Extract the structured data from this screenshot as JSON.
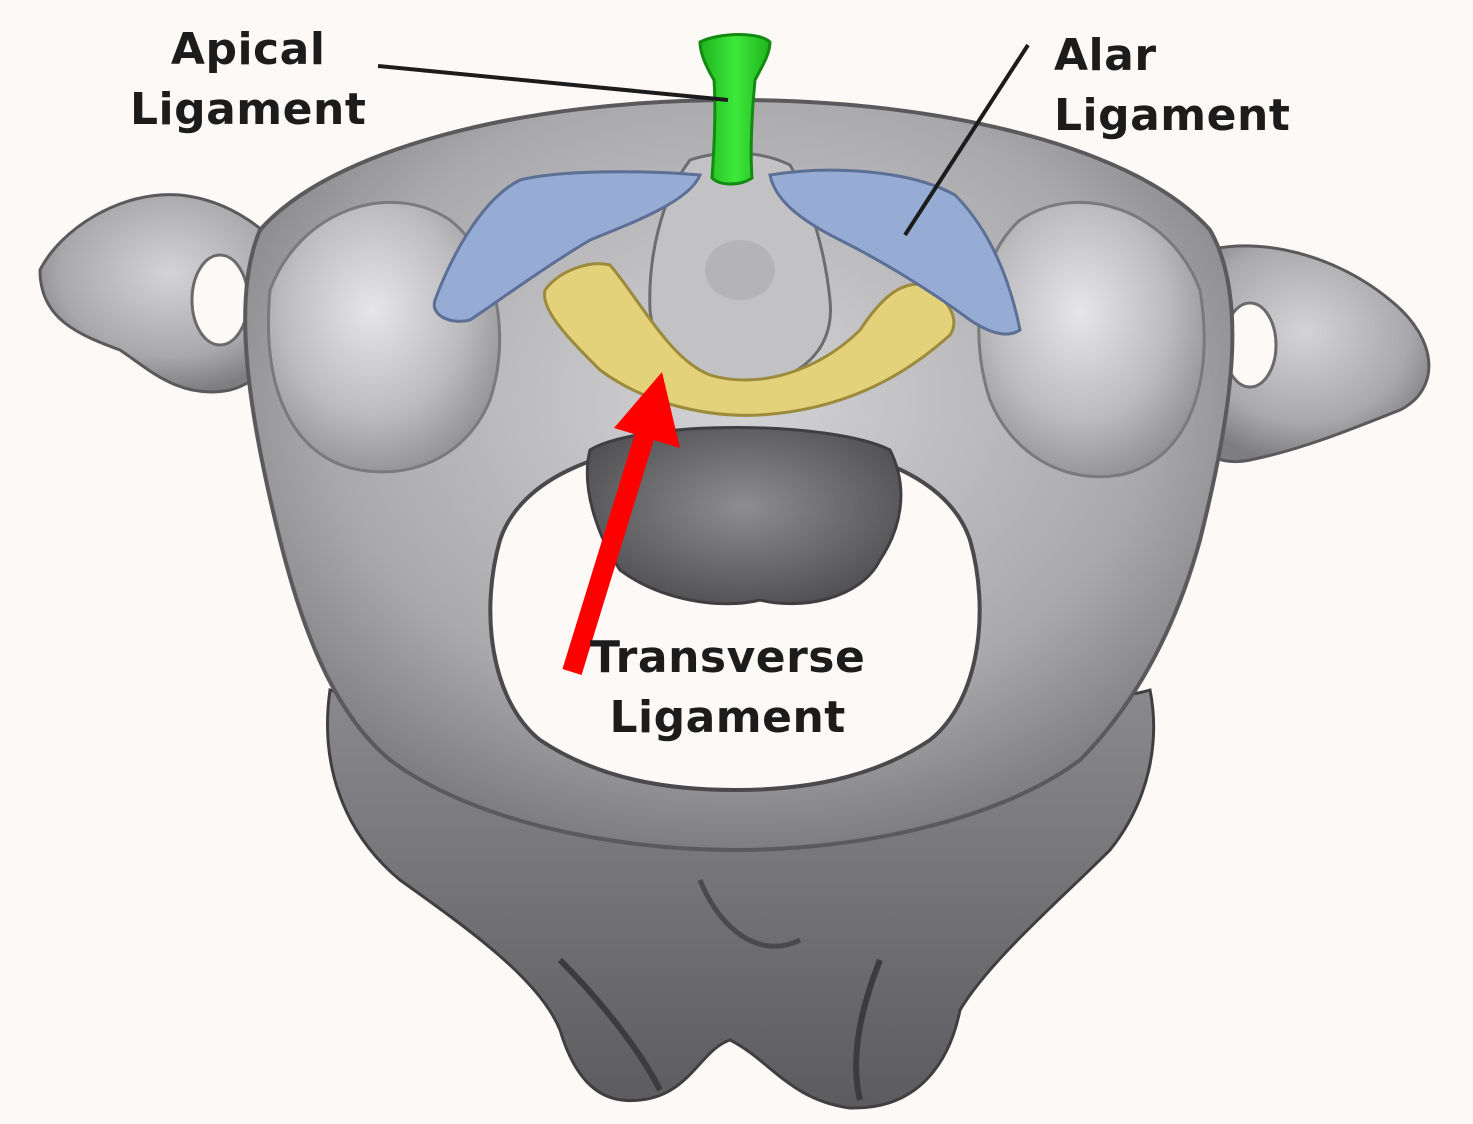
{
  "labels": {
    "apical": {
      "line1": "Apical",
      "line2": "Ligament"
    },
    "alar": {
      "line1": "Alar",
      "line2": "Ligament"
    },
    "transverse": {
      "line1": "Transverse",
      "line2": "Ligament"
    }
  },
  "colors": {
    "background": "#fdf9f7",
    "bone": "#b3b3b6",
    "bone_dark": "#6b6b6e",
    "apical_ligament": "#27d225",
    "alar_ligament": "#97acd4",
    "transverse_ligament": "#e3d27a",
    "arrow": "#ff0000",
    "leader_line": "#1c1c1c"
  }
}
